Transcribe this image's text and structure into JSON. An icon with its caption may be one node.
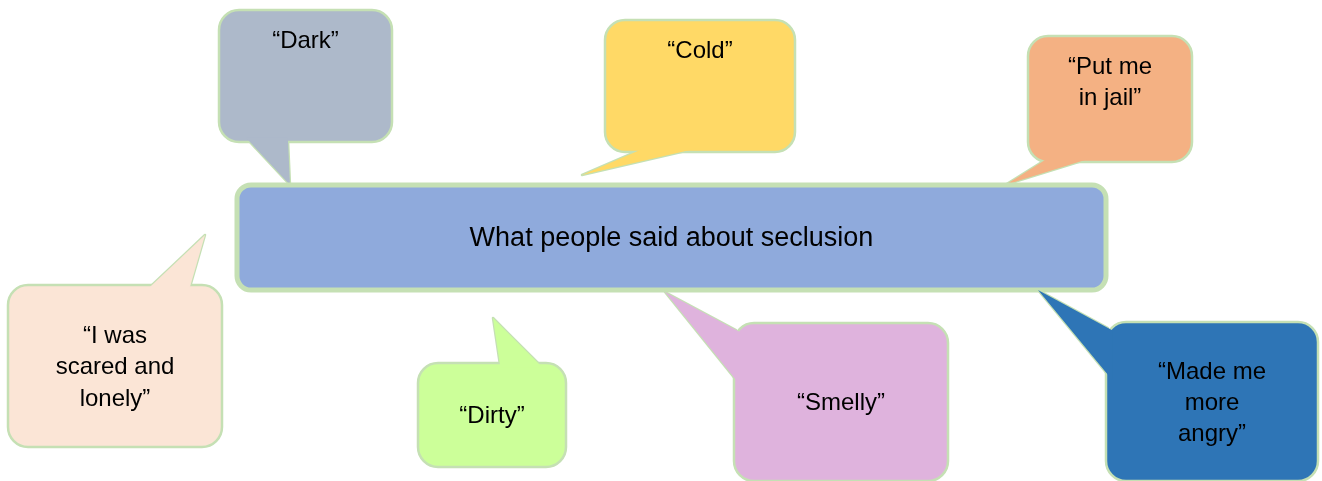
{
  "diagram": {
    "nodes": [
      {
        "text": [
          "“Dark”"
        ]
      },
      {
        "text": [
          "“Cold”"
        ]
      },
      {
        "text": [
          "“Put me in jail”"
        ]
      },
      {
        "text": [
          "What people said about seclusion"
        ]
      },
      {
        "text": [
          "“I was scared and lonely”"
        ]
      },
      {
        "text": [
          "“Dirty”"
        ]
      },
      {
        "text": [
          "“Smelly”"
        ]
      },
      {
        "text": [
          "“Made me more angry”"
        ]
      }
    ],
    "edges": []
  }
}
